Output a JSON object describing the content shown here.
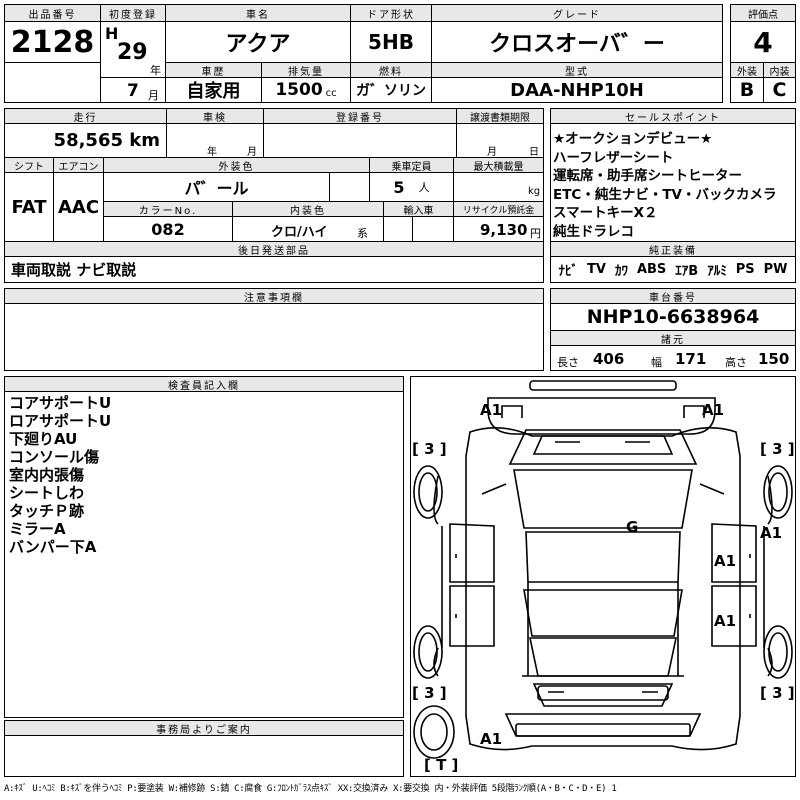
{
  "header": {
    "lot_no_label": "出品番号",
    "lot_no": "2128",
    "first_reg_label": "初度登録",
    "era": "H",
    "year": "29",
    "year_unit": "年",
    "month": "7",
    "month_unit": "月",
    "car_name_label": "車名",
    "car_name": "アクア",
    "door_label": "ドア形状",
    "door": "5HB",
    "grade_label": "グレード",
    "grade": "クロスオーバ゛ー",
    "score_label": "評価点",
    "score": "4",
    "history_label": "車歴",
    "history": "自家用",
    "displacement_label": "排気量",
    "displacement": "1500",
    "displacement_unit": "cc",
    "fuel_label": "燃料",
    "fuel": "ガ゛ソリン",
    "model_label": "型式",
    "model": "DAA-NHP10H",
    "exterior_label": "外装",
    "exterior": "B",
    "interior_label": "内装",
    "interior": "C"
  },
  "row2": {
    "mileage_label": "走行",
    "mileage": "58,565 km",
    "inspection_label": "車検",
    "year_unit": "年",
    "month_unit": "月",
    "reg_no_label": "登録番号",
    "transfer_label": "譲渡書類期限",
    "day_unit": "日",
    "shift_label": "シフト",
    "shift": "FAT",
    "ac_label": "エアコン",
    "ac": "AAC",
    "color_label": "外装色",
    "color": "パ゛ール",
    "capacity_label": "乗車定員",
    "capacity": "5",
    "capacity_unit": "人",
    "load_label": "最大積載量",
    "load_unit": "kg",
    "color_no_label": "カラーNo.",
    "color_no": "082",
    "int_color_label": "内装色",
    "int_color": "クロ/ハイ",
    "int_color_unit": "系",
    "import_label": "輸入車",
    "recycle_label": "リサイクル預託金",
    "recycle": "9,130",
    "recycle_unit": "円",
    "later_parts_label": "後日発送部品",
    "later_parts": "車両取説 ナビ取説"
  },
  "sales": {
    "label": "セールスポイント",
    "points": [
      "★オークションデビュー★",
      "ハーフレザーシート",
      "運転席・助手席シートヒーター",
      "ETC・純生ナビ・TV・バックカメラ",
      "スマートキーX２",
      "純生ドラレコ"
    ]
  },
  "equipment": {
    "label": "純正装備",
    "items": [
      "ﾅﾋﾞ",
      "TV",
      "ｶﾜ",
      "ABS",
      "ｴｱB",
      "ｱﾙﾐ",
      "PS",
      "PW"
    ]
  },
  "notes": {
    "label": "注意事項欄"
  },
  "chassis": {
    "label": "車台番号",
    "number": "NHP10-6638964",
    "dims_label": "諸元",
    "length_label": "長さ",
    "length": "406",
    "width_label": "幅",
    "width": "171",
    "height_label": "高さ",
    "height": "150"
  },
  "inspector": {
    "label": "検査員記入欄",
    "items": [
      "コアサポートU",
      "ロアサポートU",
      "下廻りAU",
      "コンソール傷",
      "室内内張傷",
      "シートしわ",
      "タッチＰ跡",
      "ミラーA",
      "バンパー下A"
    ]
  },
  "office": {
    "label": "事務局よりご案内"
  },
  "diagram_marks": {
    "fl": "A1",
    "fr": "A1",
    "lt": "[ 3 ]",
    "rt": "[ 3 ]",
    "roof": "G",
    "r_front_door": "A1",
    "r_door1": "A1",
    "r_door2": "A1",
    "lb": "[ 3 ]",
    "rb": "[ 3 ]",
    "rear": "A1",
    "spare": "[ T ]"
  },
  "legend": "A:ｷｽﾞ U:ﾍｺﾐ B:ｷｽﾞを伴うﾍｺﾐ P:要塗装 W:補修跡 S:錆 C:腐食 G:ﾌﾛﾝﾄｶﾞﾗｽ点ｷｽﾞ XX:交換済み X:要交換 内・外装評価 5段階ﾗﾝｸ順(A・B・C・D・E) 1"
}
